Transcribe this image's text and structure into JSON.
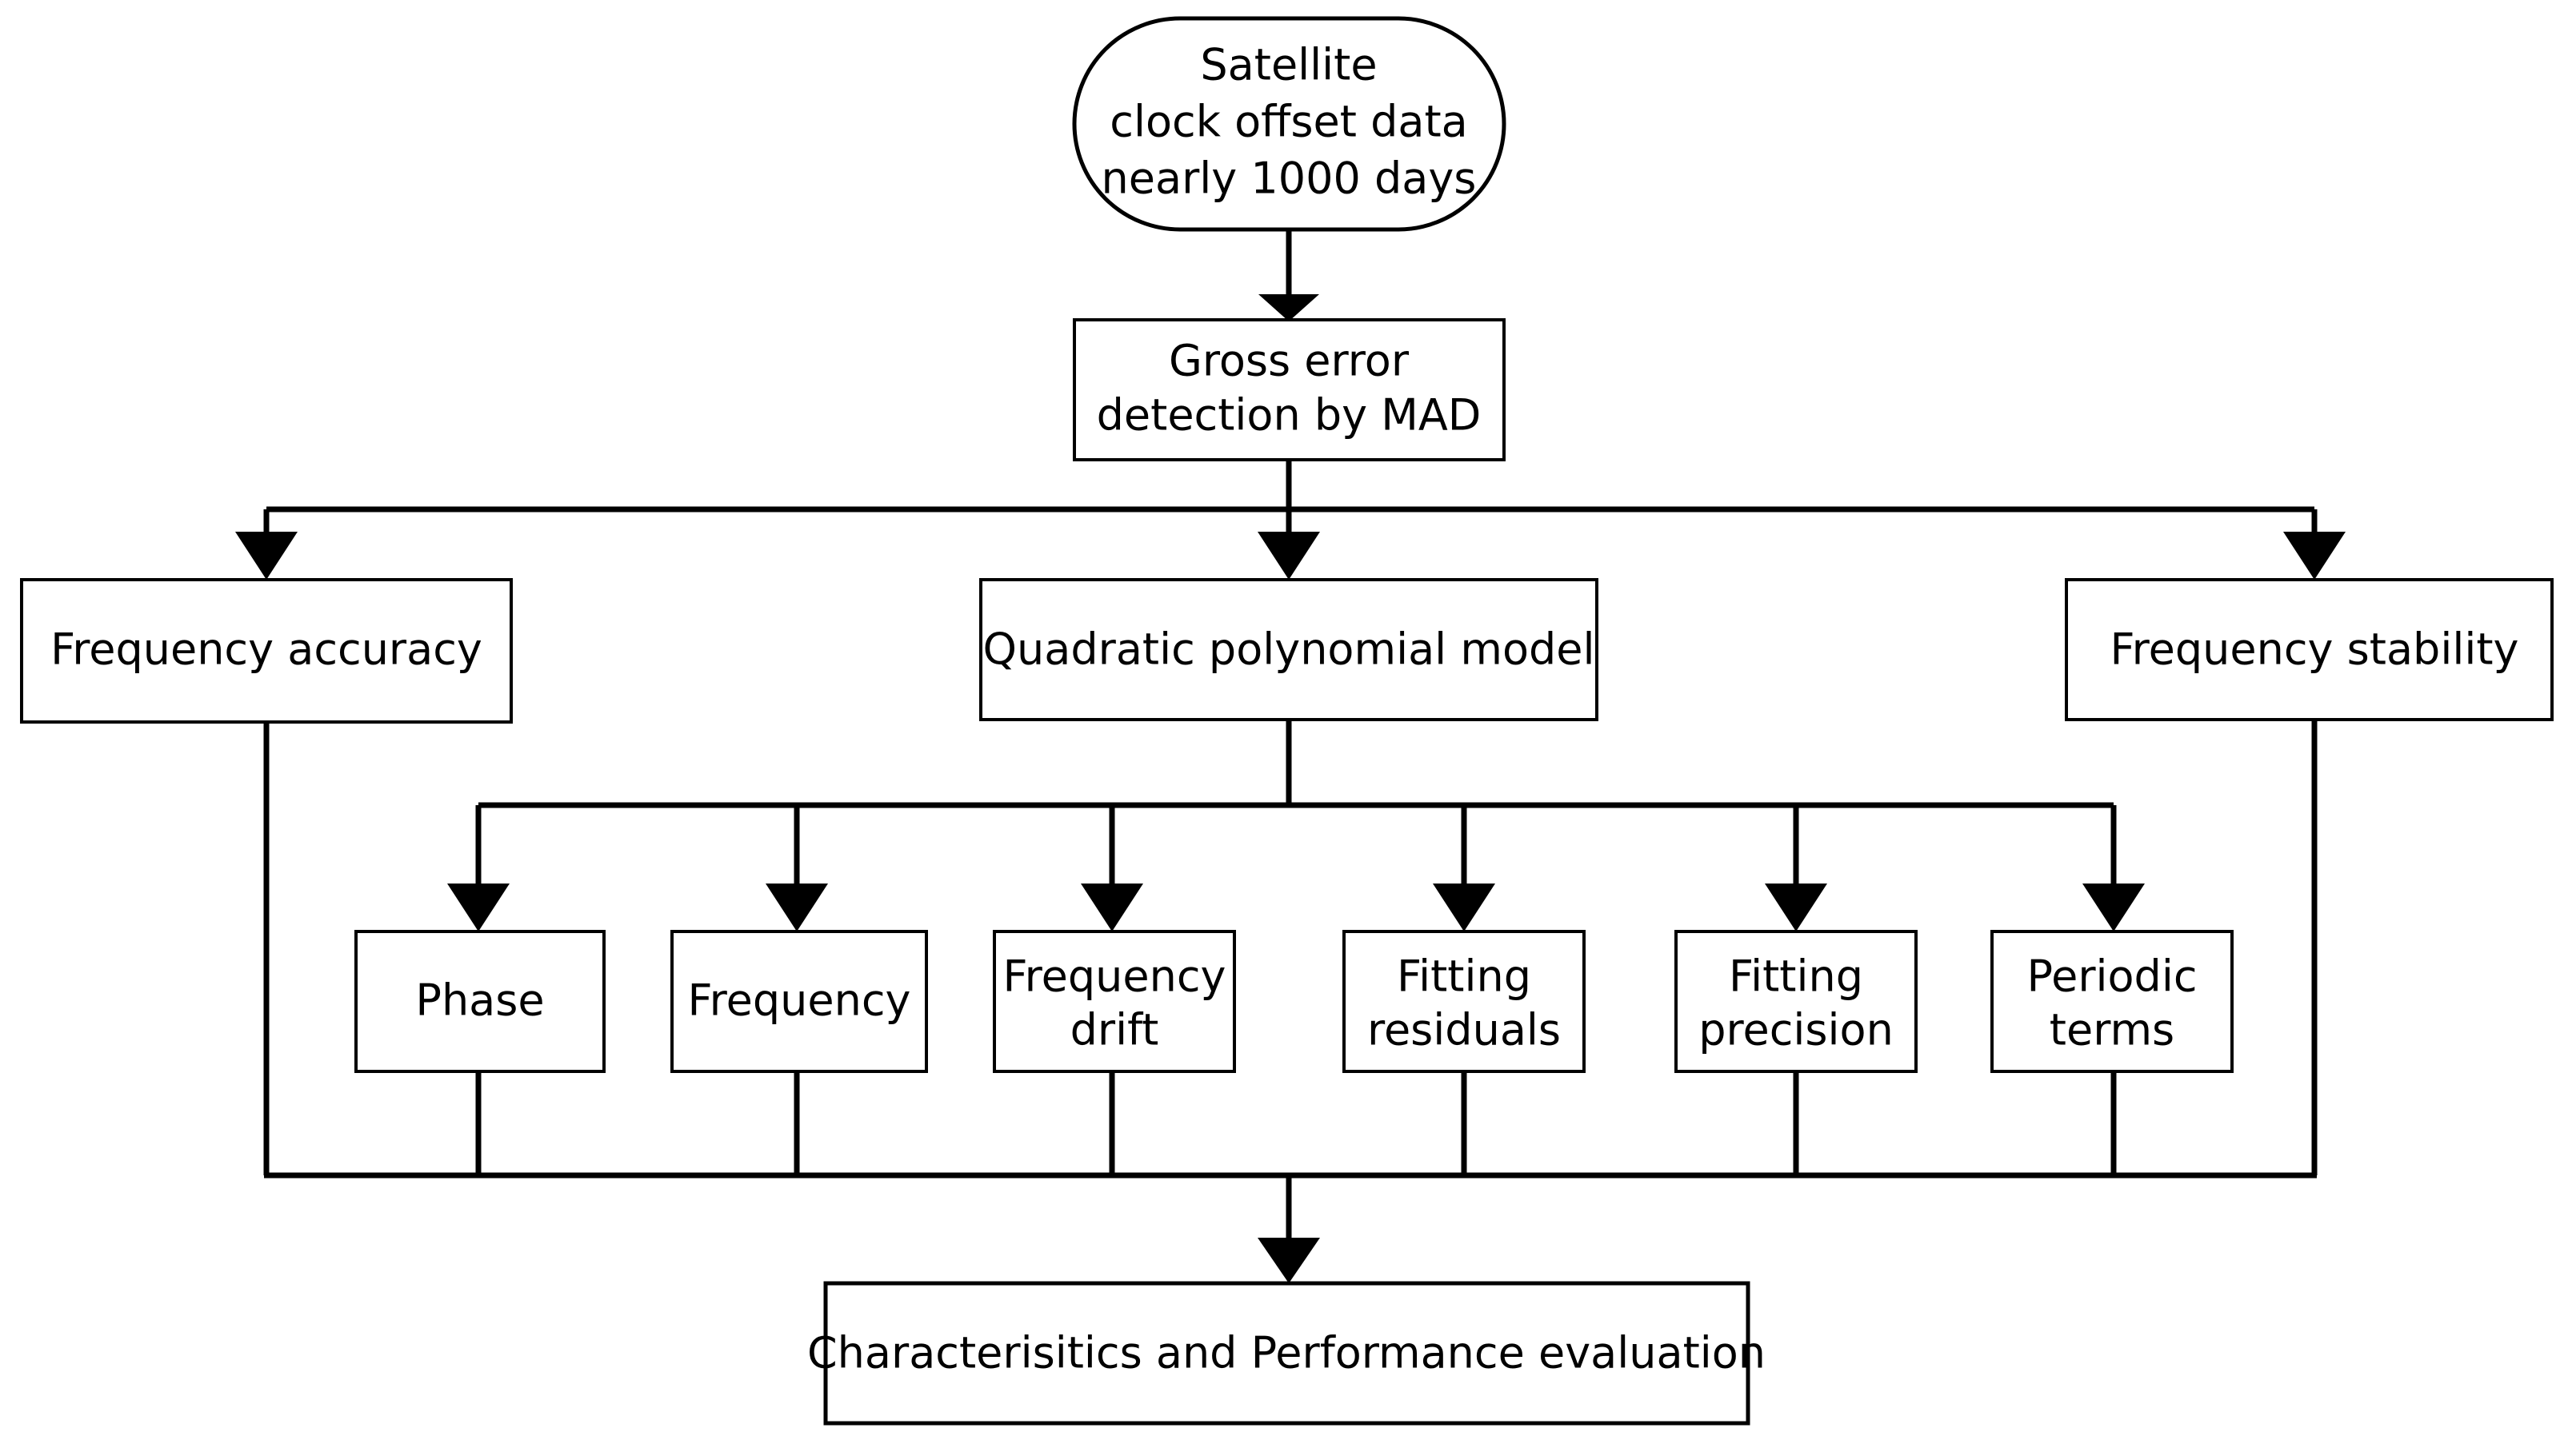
{
  "diagram": {
    "title": "Satellite clock offset analysis flowchart",
    "background_color": "#ffffff",
    "line_color": "#000000",
    "nodes": {
      "source": {
        "shape": "stadium",
        "lines": [
          "Satellite",
          "clock  offset data",
          "nearly 1000 days"
        ]
      },
      "gross_error": {
        "shape": "rectangle",
        "lines": [
          "Gross error",
          "detection by MAD"
        ]
      },
      "frequency_accuracy": {
        "shape": "rectangle",
        "lines": [
          "Frequency accuracy"
        ]
      },
      "quadratic_model": {
        "shape": "rectangle",
        "lines": [
          "Quadratic polynomial model"
        ]
      },
      "frequency_stability": {
        "shape": "rectangle",
        "lines": [
          "Frequency stability"
        ]
      },
      "phase": {
        "shape": "rectangle",
        "lines": [
          "Phase"
        ]
      },
      "frequency": {
        "shape": "rectangle",
        "lines": [
          "Frequency"
        ]
      },
      "frequency_drift": {
        "shape": "rectangle",
        "lines": [
          "Frequency",
          "drift"
        ]
      },
      "fitting_residuals": {
        "shape": "rectangle",
        "lines": [
          "Fitting",
          "residuals"
        ]
      },
      "fitting_precision": {
        "shape": "rectangle",
        "lines": [
          "Fitting",
          "precision"
        ]
      },
      "periodic_terms": {
        "shape": "rectangle",
        "lines": [
          "Periodic",
          "terms"
        ]
      },
      "evaluation": {
        "shape": "rectangle",
        "lines": [
          "Characterisitics  and Performance evaluation"
        ]
      }
    },
    "edges": [
      {
        "from": "source",
        "to": "gross_error",
        "arrow": true
      },
      {
        "from": "gross_error",
        "to": "frequency_accuracy",
        "arrow": true
      },
      {
        "from": "gross_error",
        "to": "quadratic_model",
        "arrow": true
      },
      {
        "from": "gross_error",
        "to": "frequency_stability",
        "arrow": true
      },
      {
        "from": "quadratic_model",
        "to": "phase",
        "arrow": true
      },
      {
        "from": "quadratic_model",
        "to": "frequency",
        "arrow": true
      },
      {
        "from": "quadratic_model",
        "to": "frequency_drift",
        "arrow": true
      },
      {
        "from": "quadratic_model",
        "to": "fitting_residuals",
        "arrow": true
      },
      {
        "from": "quadratic_model",
        "to": "fitting_precision",
        "arrow": true
      },
      {
        "from": "quadratic_model",
        "to": "periodic_terms",
        "arrow": true
      },
      {
        "from": "frequency_accuracy",
        "to": "evaluation",
        "arrow": true
      },
      {
        "from": "frequency_stability",
        "to": "evaluation",
        "arrow": true
      },
      {
        "from": "phase",
        "to": "evaluation",
        "arrow": true
      },
      {
        "from": "frequency",
        "to": "evaluation",
        "arrow": true
      },
      {
        "from": "frequency_drift",
        "to": "evaluation",
        "arrow": true
      },
      {
        "from": "fitting_residuals",
        "to": "evaluation",
        "arrow": true
      },
      {
        "from": "fitting_precision",
        "to": "evaluation",
        "arrow": true
      },
      {
        "from": "periodic_terms",
        "to": "evaluation",
        "arrow": true
      }
    ]
  }
}
